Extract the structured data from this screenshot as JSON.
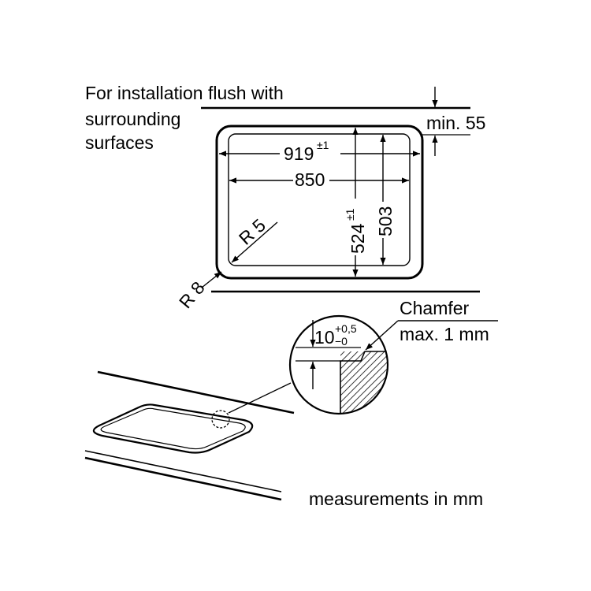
{
  "install_note": {
    "line1": "For installation flush with",
    "line2": "surrounding",
    "line3": "surfaces"
  },
  "dimensions": {
    "min_depth": "min. 55",
    "outer_width": "919",
    "outer_width_tol": "±1",
    "inner_width": "850",
    "outer_height": "524",
    "outer_height_tol": "±1",
    "inner_height": "503",
    "inner_radius": "R 5",
    "outer_radius": "R 8"
  },
  "detail": {
    "step_height": "10",
    "tol_upper": "+0,5",
    "tol_lower": "−0",
    "chamfer_line1": "Chamfer",
    "chamfer_line2": "max. 1 mm"
  },
  "footer": {
    "units_note": "measurements in mm"
  }
}
